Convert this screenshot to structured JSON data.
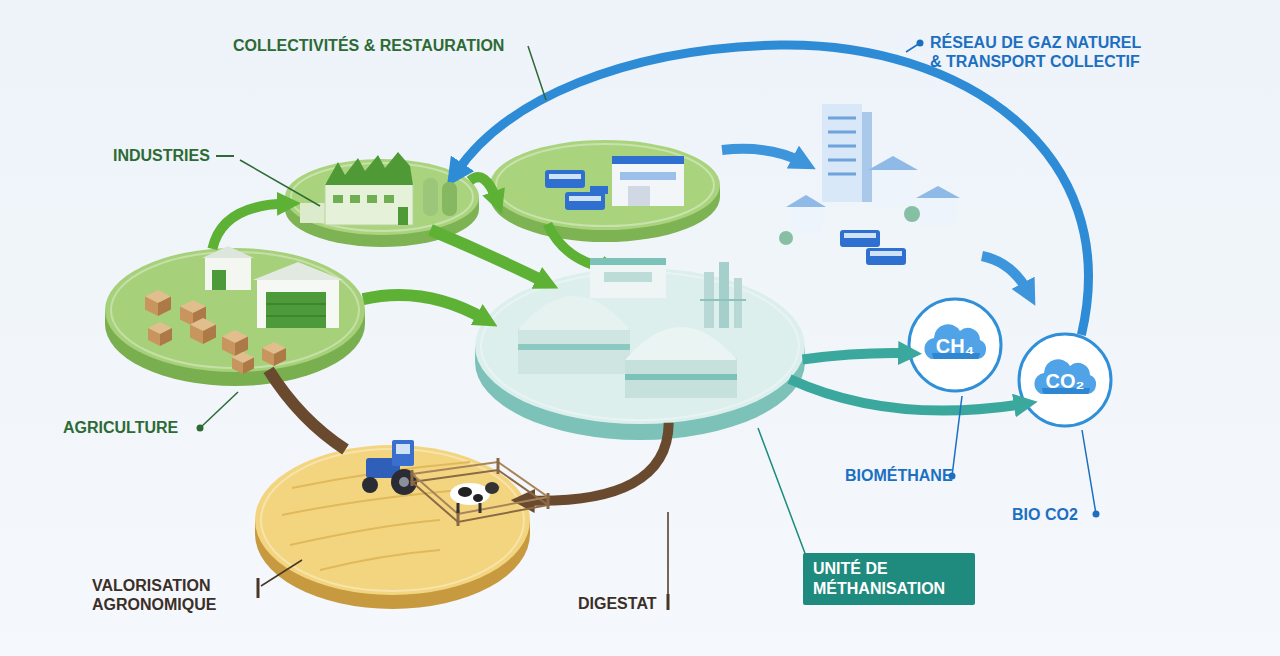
{
  "diagram": {
    "nodes": [
      {
        "text": [
          "COLLECTIVITÉS & RESTAURATION"
        ]
      },
      {
        "text": [
          "INDUSTRIES"
        ]
      },
      {
        "text": [
          "AGRICULTURE"
        ]
      },
      {
        "text": [
          "UNITÉ DE MÉTHANISATION"
        ]
      },
      {
        "text": [
          "CH₄",
          "BIOMÉTHANE"
        ]
      },
      {
        "text": [
          "CO₂",
          "BIO CO2"
        ]
      },
      {
        "text": [
          "VALORISATION AGRONOMIQUE"
        ]
      }
    ],
    "edges": [
      {
        "from": 1,
        "to": 0,
        "arrow": "to"
      },
      {
        "from": 2,
        "to": 1,
        "arrow": "to"
      },
      {
        "from": 2,
        "to": 3,
        "arrow": "to"
      },
      {
        "from": 1,
        "to": 3,
        "arrow": "to"
      },
      {
        "from": 0,
        "to": 3,
        "arrow": "to"
      },
      {
        "from": 3,
        "to": 4,
        "arrow": "to"
      },
      {
        "from": 3,
        "to": 5,
        "arrow": "to"
      },
      {
        "from": 3,
        "to": 6,
        "label": "DIGESTAT",
        "arrow": "to"
      },
      {
        "from": 2,
        "to": 6,
        "arrow": "none"
      },
      {
        "from": 5,
        "to": 1,
        "label": "RÉSEAU DE GAZ NATUREL & TRANSPORT COLLECTIF",
        "arrow": "to"
      }
    ]
  }
}
